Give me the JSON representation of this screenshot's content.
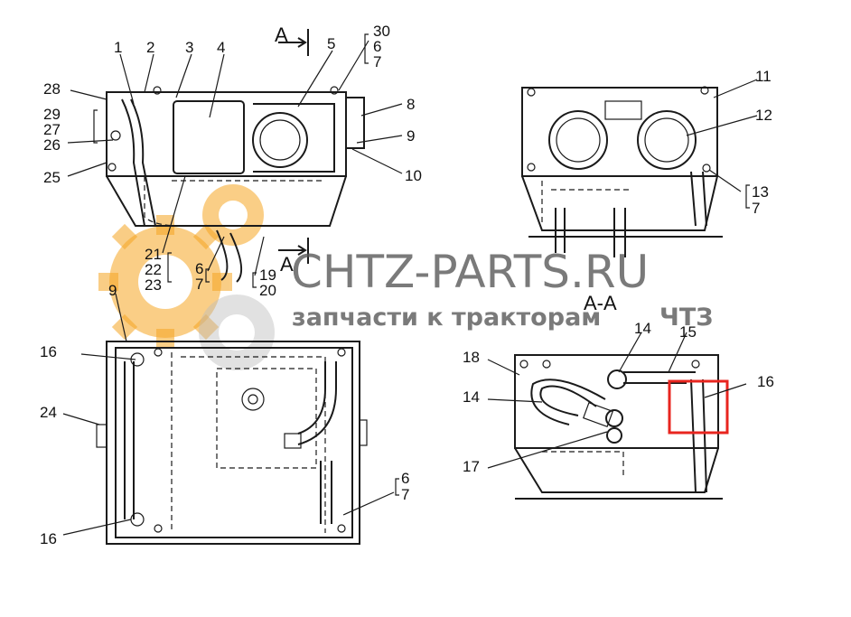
{
  "section_marks": {
    "top_left": "A",
    "bottom_left": "A",
    "section_view": "A-A"
  },
  "callouts_top_left": [
    "1",
    "2",
    "3",
    "4",
    "5",
    "30",
    "6",
    "7",
    "8",
    "9",
    "10",
    "28",
    "29",
    "27",
    "26",
    "25",
    "21",
    "22",
    "23",
    "6",
    "7",
    "19",
    "20"
  ],
  "callouts_top_right": [
    "11",
    "12",
    "13",
    "7"
  ],
  "callouts_bottom_left": [
    "9",
    "16",
    "24",
    "16",
    "6",
    "7"
  ],
  "callouts_bottom_right": [
    "18",
    "14",
    "15",
    "16",
    "14",
    "17"
  ],
  "watermark": {
    "brand": "CHTZ-PARTS.RU",
    "tagline": "запчасти к тракторам",
    "tagline_mark": "ЧТЗ"
  },
  "highlight_color": "#e8251f",
  "logo_color": "#f5a623"
}
